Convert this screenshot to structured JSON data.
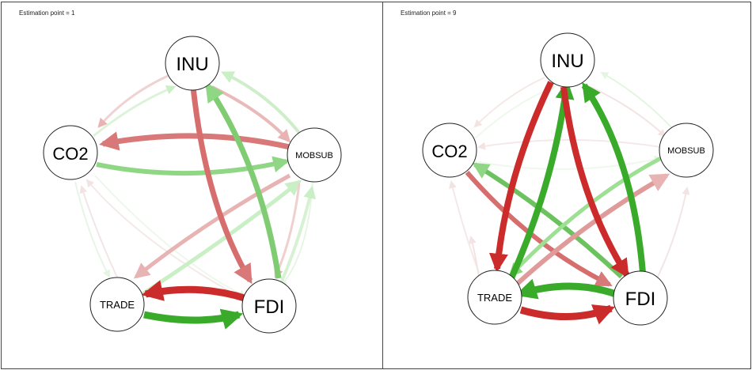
{
  "panels": [
    {
      "title": "Estimation point = 1"
    },
    {
      "title": "Estimation point = 9"
    }
  ],
  "nodes": {
    "INU": "INU",
    "CO2": "CO2",
    "MOBSUB": "MOBSUB",
    "TRADE": "TRADE",
    "FDI": "FDI"
  },
  "colors": {
    "positive_strong": "#3aaa2a",
    "positive_light": "#c9efc4",
    "negative_strong": "#cc2b2b",
    "negative_light": "#e8b3b3",
    "node_fill": "#ffffff",
    "node_stroke": "#222222",
    "frame": "#444444"
  }
}
